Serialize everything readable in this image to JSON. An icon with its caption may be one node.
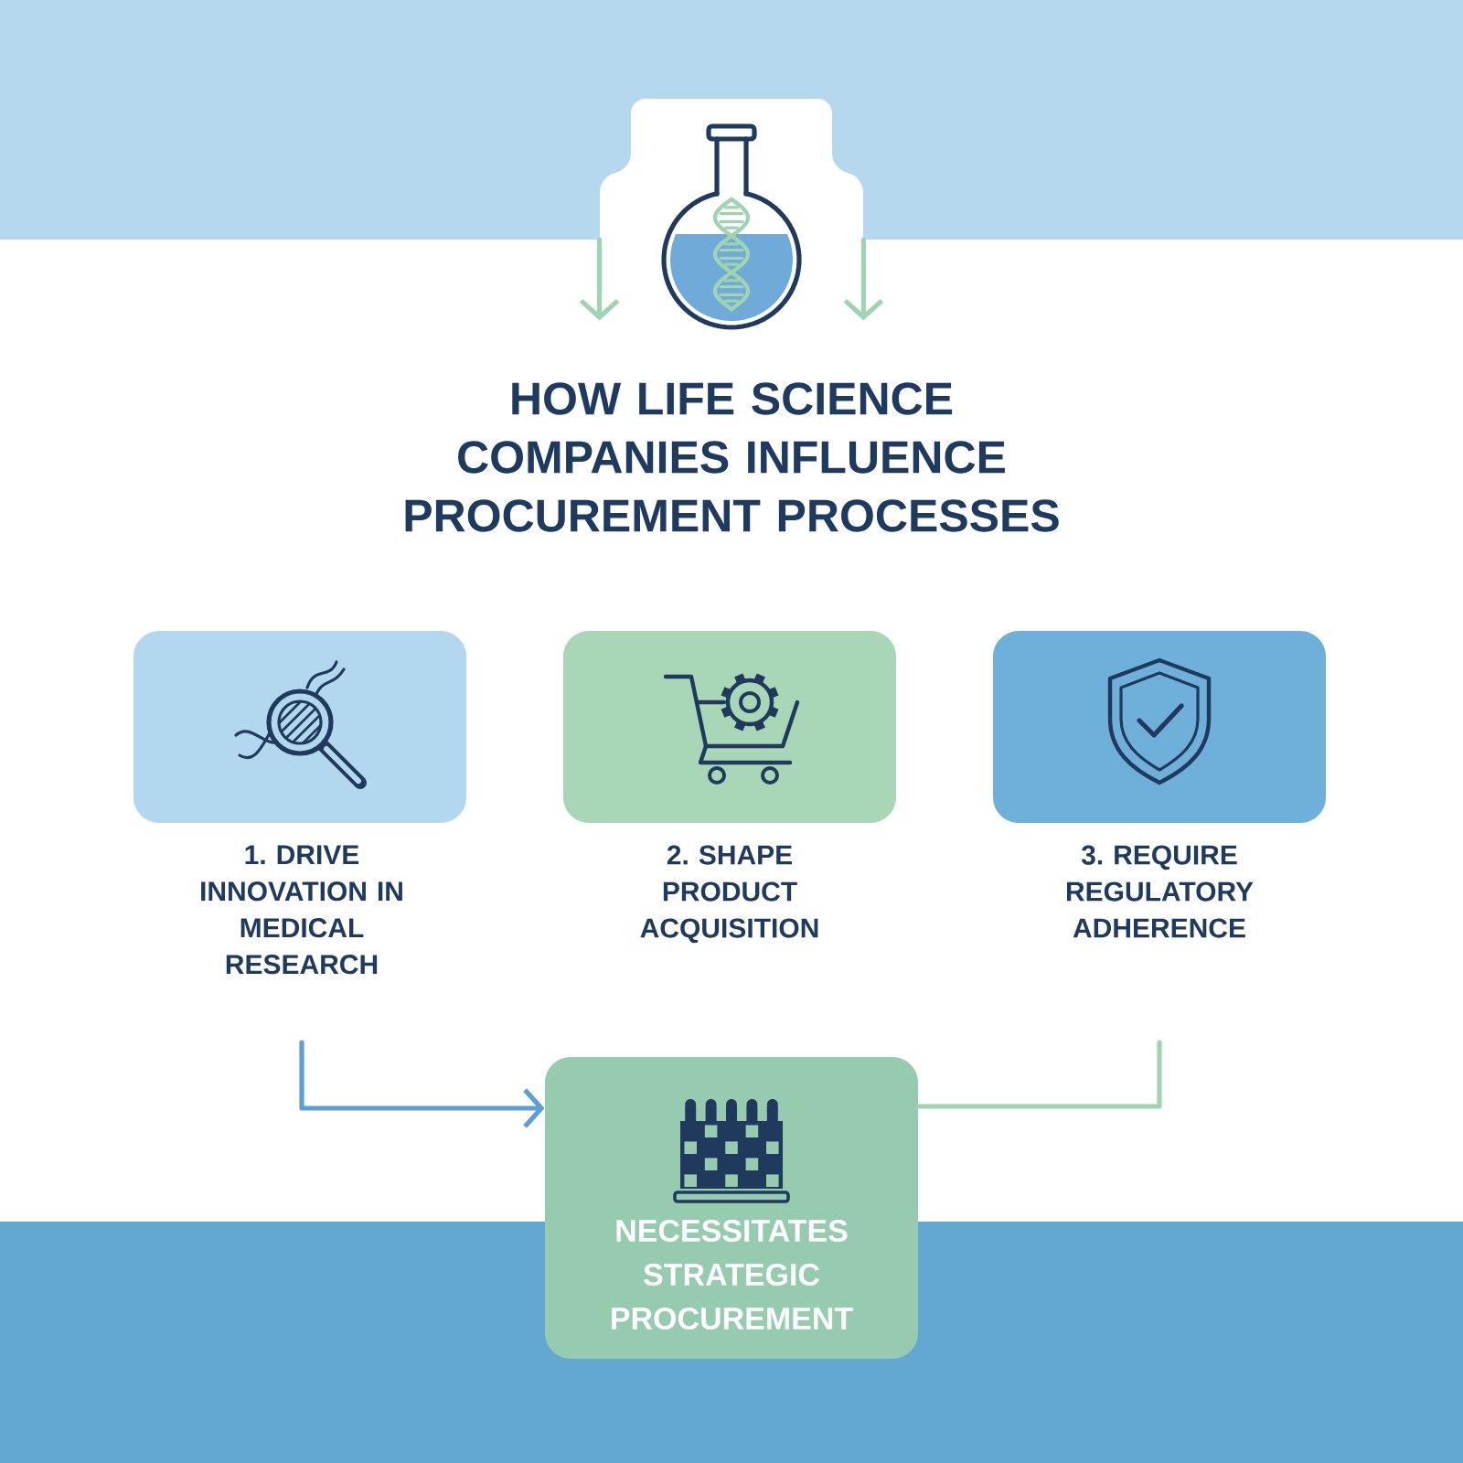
{
  "diagram": {
    "title": "HOW LIFE SCIENCE COMPANIES INFLUENCE PROCUREMENT PROCESSES",
    "nodes": [
      {
        "text": [],
        "shape": "picture"
      },
      {
        "text": [
          "1. DRIVE INNOVATION IN MEDICAL RESEARCH"
        ]
      },
      {
        "text": [
          "2. SHAPE PRODUCT ACQUISITION"
        ]
      },
      {
        "text": [
          "3. REQUIRE REGULATORY ADHERENCE"
        ]
      },
      {
        "text": [
          "NECESSITATES STRATEGIC PROCUREMENT"
        ]
      }
    ],
    "edges": [
      {
        "from": 0,
        "to": null,
        "arrow": "to"
      },
      {
        "from": 0,
        "to": null,
        "arrow": "to"
      },
      {
        "from": 1,
        "to": 4,
        "arrow": "to",
        "color": "#5b9fd4"
      },
      {
        "from": 3,
        "to": 4,
        "arrow": "none"
      }
    ]
  }
}
